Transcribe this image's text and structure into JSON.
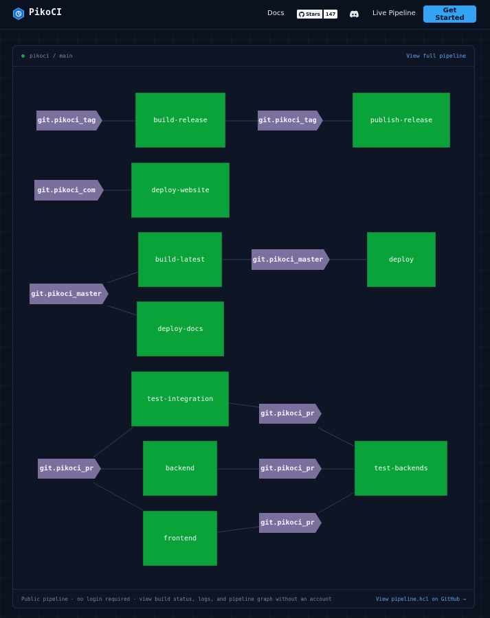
{
  "header": {
    "brand": "PikoCI",
    "nav_docs": "Docs",
    "stars_label": "Stars",
    "stars_count": "147",
    "nav_live": "Live Pipeline",
    "cta": "Get Started"
  },
  "panel": {
    "breadcrumb": "pikoci / main",
    "view_full": "View full pipeline",
    "footer_note": "Public pipeline · no login required · view build status, logs, and pipeline graph without an account",
    "footer_link": "View pipeline.hcl on GitHub →"
  },
  "graph": {
    "jobs": {
      "build_release": "build-release",
      "publish_release": "publish-release",
      "deploy_website": "deploy-website",
      "build_latest": "build-latest",
      "deploy": "deploy",
      "deploy_docs": "deploy-docs",
      "test_integration": "test-integration",
      "backend": "backend",
      "frontend": "frontend",
      "test_backends": "test-backends"
    },
    "resources": {
      "tag_in": "git.pikoci_tag",
      "tag_mid": "git.pikoci_tag",
      "com_in": "git.pikoci_com",
      "master_in": "git.pikoci_master",
      "master_mid": "git.pikoci_master",
      "pr_in": "git.pikoci_pr",
      "pr_mid1": "git.pikoci_pr",
      "pr_mid2": "git.pikoci_pr",
      "pr_mid3": "git.pikoci_pr"
    }
  },
  "colors": {
    "job": "#0aa33a",
    "resource": "#7b6f9d",
    "accent": "#33a3f4",
    "link": "#60a5fa",
    "status_dot": "#16a34a"
  },
  "icons": [
    "pikoci-logo-icon",
    "github-icon",
    "discord-icon"
  ]
}
